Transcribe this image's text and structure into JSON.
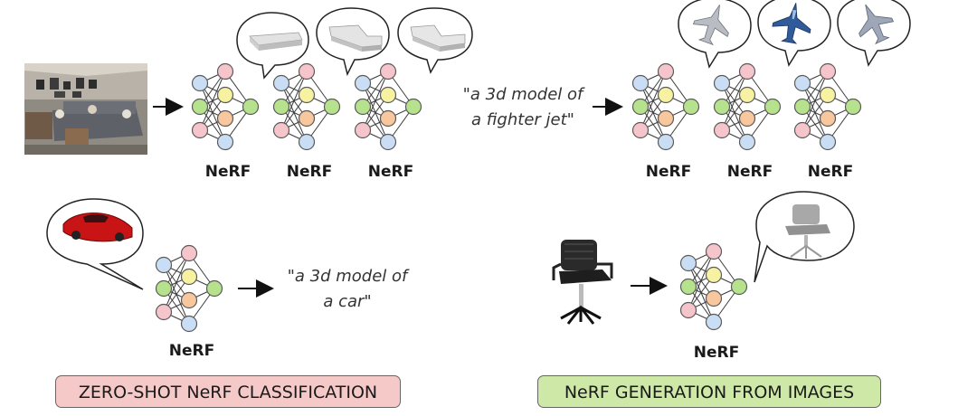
{
  "nerf_label": "NeRF",
  "colors": {
    "blue": "#c9def5",
    "pink": "#f6c4cb",
    "yellow": "#f6f2a2",
    "orange": "#f8c79e",
    "green": "#b6e28e",
    "caption_left_bg": "#f6c9c9",
    "caption_right_bg": "#cde8a7"
  },
  "captions": {
    "zero_shot": "ZERO-SHOT NeRF CLASSIFICATION",
    "generation": "NeRF GENERATION FROM IMAGES"
  },
  "quotes": {
    "fighter_jet_line1": "\"a 3d model of",
    "fighter_jet_line2": "a fighter jet\"",
    "car_line1": "\"a 3d model of",
    "car_line2": "a car\""
  },
  "icons": [
    "living-room-photo",
    "sofa-render",
    "fighter-jet-render",
    "red-sports-car-render",
    "office-chair-photo",
    "chair-render"
  ]
}
